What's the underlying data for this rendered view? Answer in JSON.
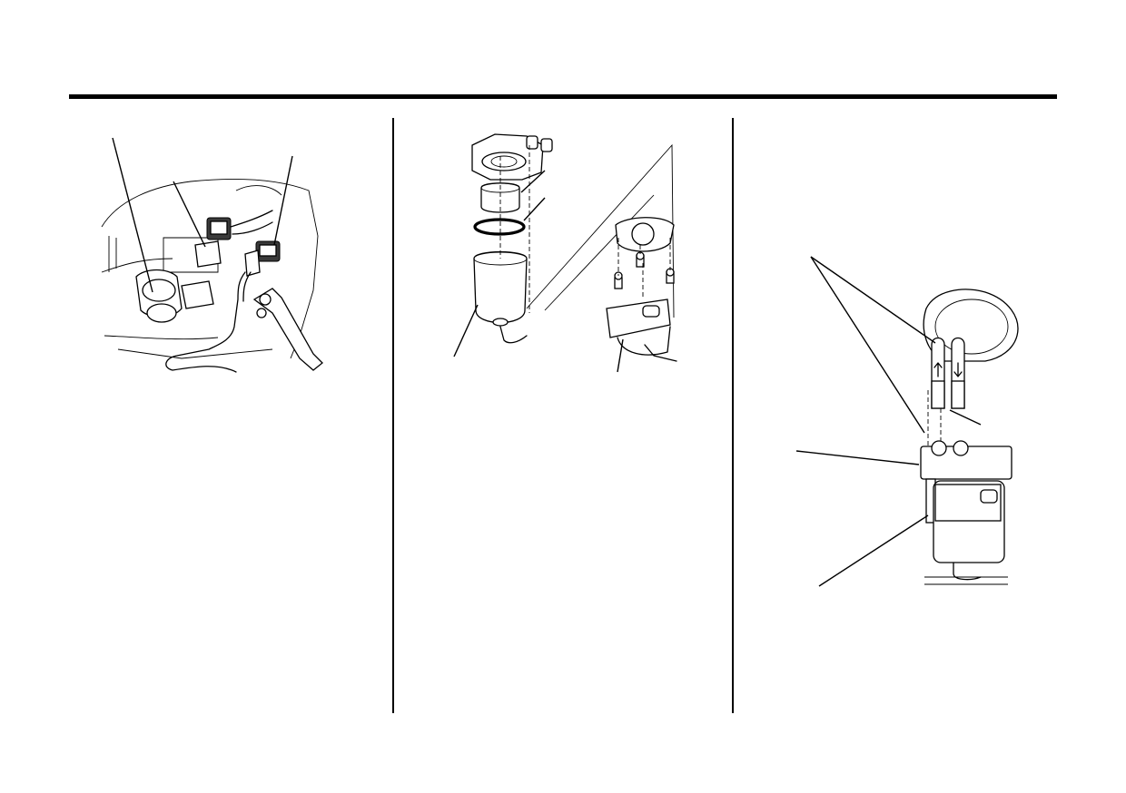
{
  "page": {
    "columns": 3,
    "callout_labels_visible": false
  },
  "panels": {
    "left": {
      "illustration": "connector-harness-illustration"
    },
    "middle": {
      "illustration": "filter-cup-exploded-illustration"
    },
    "right": {
      "illustration": "filter-assembly-installation-illustration"
    }
  },
  "icons": {
    "arrow_up": "up-arrow-icon",
    "arrow_down": "down-arrow-icon"
  }
}
